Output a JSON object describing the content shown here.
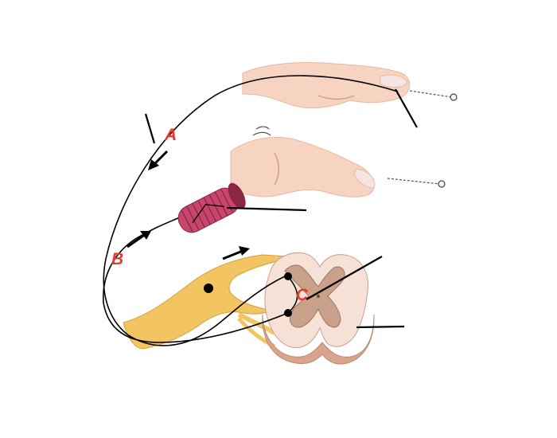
{
  "labels": {
    "a": "A",
    "b": "B",
    "c": "C"
  },
  "colors": {
    "label": "#e8392b",
    "skin": "#f7d3c2",
    "skin_shadow": "#e8b8a3",
    "nail": "#f3e6e2",
    "muscle": "#c8466d",
    "muscle_dark": "#8b2645",
    "nerve": "#f2c562",
    "nerve_shadow": "#d6a040",
    "cord_white": "#f5e1d6",
    "cord_gray": "#c9a08a",
    "cord_side": "#d9a48c",
    "line": "#000000"
  },
  "icons": [
    "arrow-icon",
    "pin-icon"
  ]
}
